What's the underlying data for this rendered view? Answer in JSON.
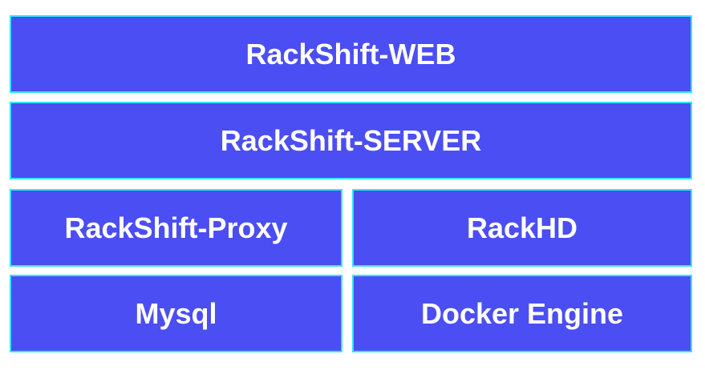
{
  "diagram": {
    "layers": [
      {
        "id": "web",
        "label": "RackShift-WEB"
      },
      {
        "id": "server",
        "label": "RackShift-SERVER"
      },
      {
        "id": "proxy",
        "label": "RackShift-Proxy"
      },
      {
        "id": "rackhd",
        "label": "RackHD"
      },
      {
        "id": "mysql",
        "label": "Mysql"
      },
      {
        "id": "docker",
        "label": "Docker Engine"
      }
    ],
    "colors": {
      "fill": "#4b4ef2",
      "border": "#32e6f5",
      "text": "#ffffff",
      "background": "#ffffff"
    }
  }
}
